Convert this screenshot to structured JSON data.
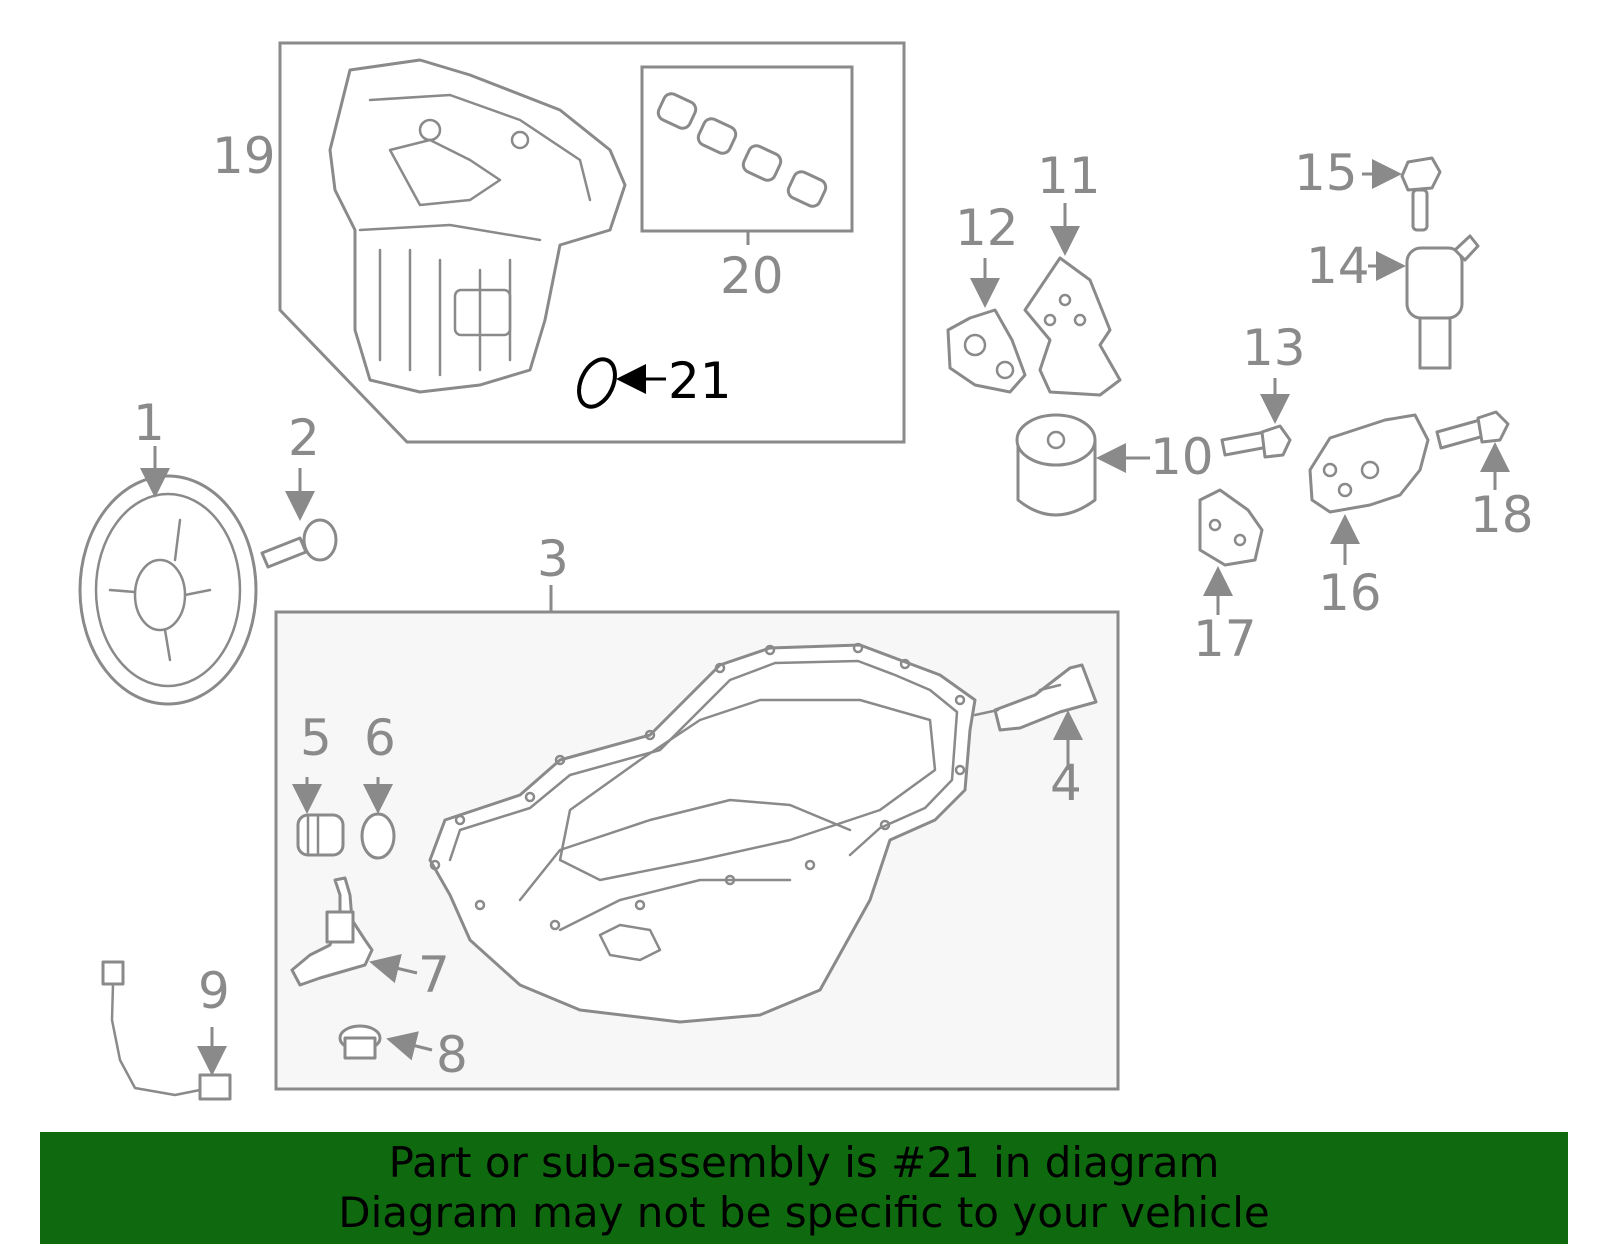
{
  "colors": {
    "line": "#8a8a8a",
    "highlight": "#000000",
    "banner_bg": "#0f6a0f",
    "banner_text": "#000000",
    "frame_fill": "#f7f7f7"
  },
  "callouts": [
    "1",
    "2",
    "3",
    "4",
    "5",
    "6",
    "7",
    "8",
    "9",
    "10",
    "11",
    "12",
    "13",
    "14",
    "15",
    "16",
    "17",
    "18",
    "19",
    "20",
    "21"
  ],
  "highlighted_part": "21",
  "banner": {
    "line1": "Part or sub-assembly is #21 in diagram",
    "line2": "Diagram may not be specific to your vehicle"
  }
}
